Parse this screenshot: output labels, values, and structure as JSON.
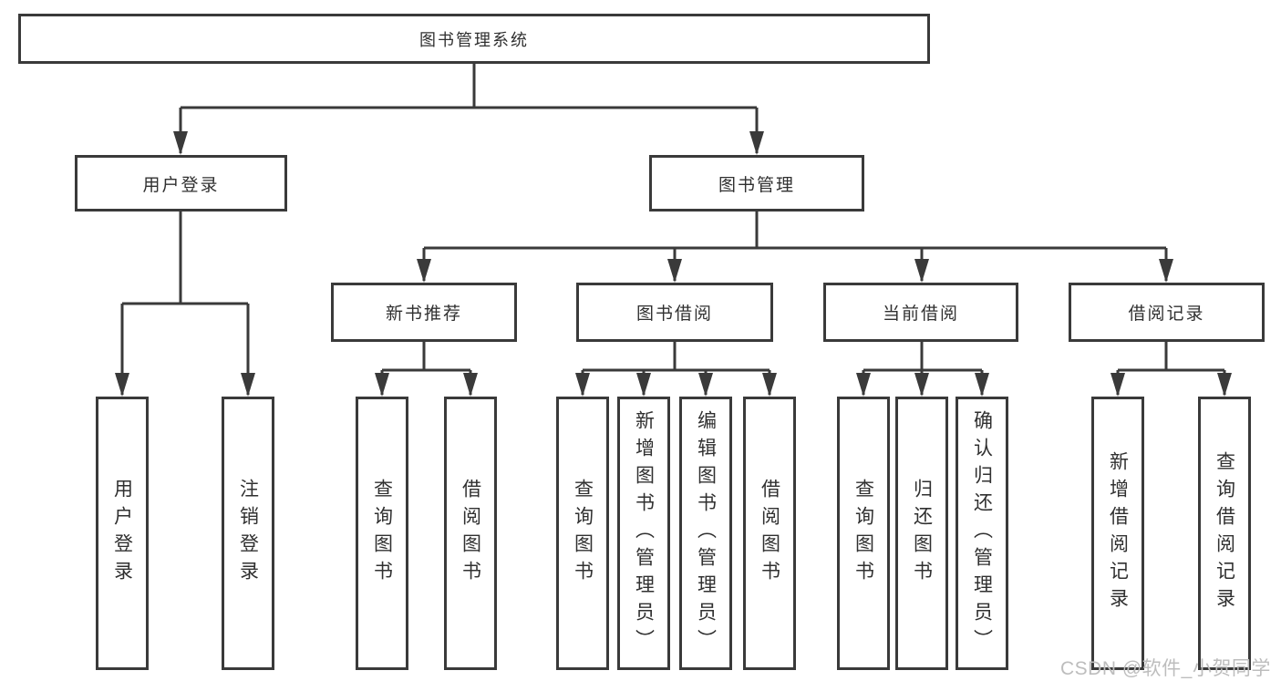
{
  "diagram": {
    "root": {
      "label": "图书管理系统"
    },
    "level2": {
      "user_login": {
        "label": "用户登录"
      },
      "book_mgmt": {
        "label": "图书管理"
      }
    },
    "level3": {
      "new_book_rec": {
        "label": "新书推荐"
      },
      "book_borrow": {
        "label": "图书借阅"
      },
      "current_borrow": {
        "label": "当前借阅"
      },
      "borrow_record": {
        "label": "借阅记录"
      }
    },
    "leaves": {
      "ul_login": {
        "label": "用户登录"
      },
      "ul_logout": {
        "label": "注销登录"
      },
      "nb_query": {
        "label": "查询图书"
      },
      "nb_borrow": {
        "label": "借阅图书"
      },
      "bb_query": {
        "label": "查询图书"
      },
      "bb_add": {
        "label": "新增图书（管理员）"
      },
      "bb_edit": {
        "label": "编辑图书（管理员）"
      },
      "bb_borrow": {
        "label": "借阅图书"
      },
      "cb_query": {
        "label": "查询图书"
      },
      "cb_return": {
        "label": "归还图书"
      },
      "cb_confirm": {
        "label": "确认归还（管理员）"
      },
      "br_add": {
        "label": "新增借阅记录"
      },
      "br_query": {
        "label": "查询借阅记录"
      }
    }
  },
  "watermark": "CSDN @软件_小贺同学",
  "colors": {
    "line": "#3a3a3a",
    "text": "#303030",
    "watermark": "#bdbdbd",
    "background": "#ffffff"
  }
}
